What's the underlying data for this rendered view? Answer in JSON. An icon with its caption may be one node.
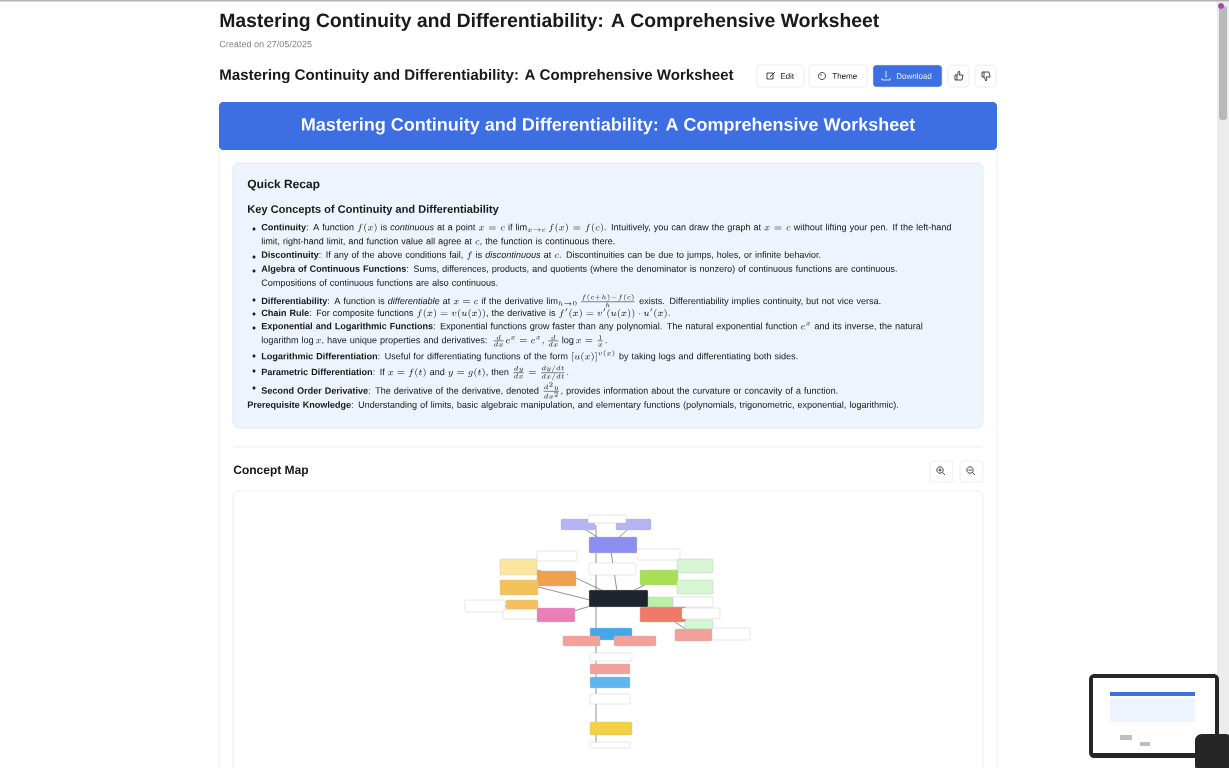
{
  "diagram": {
    "title": "Mastering Continuity and Differentiability: A Comprehensive Worksheet",
    "labels": [
      "Created on 27/05/2025",
      "Mastering Continuity and Differentiability: A Comprehensive Worksheet",
      "Edit",
      "Theme",
      "Download",
      "Mastering Continuity and Differentiability: A Comprehensive Worksheet",
      "Quick Recap",
      "Key Concepts of Continuity and Differentiability",
      "**Continuity**: A function",
      "f(x)",
      "is *continuous* at a point",
      "x = c",
      "if",
      "\\lim_{x \\to c} f(x) = f(c)",
      ". Intuitively, you can draw the graph at",
      "x = c",
      "without lifting your pen. If the left-hand limit, right-hand limit, and function value all agree at",
      "c",
      ", the function is continuous there.",
      "**Discontinuity**: If any of the above conditions fail,",
      "f",
      "is *discontinuous* at",
      "c",
      ". Discontinuities can be due to jumps, holes, or infinite behavior.",
      "**Algebra of Continuous Functions**: Sums, differences, products, and quotients (where the denominator is nonzero) of continuous functions are continuous. Compositions of continuous functions are also continuous.",
      "**Differentiability**: A function is *differentiable* at",
      "x = c",
      "if the derivative",
      "\\lim_{h \\to 0} \\frac{f(c+h) - f(c)}{h}",
      "exists. Differentiability implies continuity, but not vice versa.",
      "**Chain Rule**: For composite functions",
      "f(x) = v(u(x))",
      ", the derivative is",
      "f'(x) = v'(u(x)) \\cdot u'(x).",
      "**Exponential and Logarithmic Functions**: Exponential functions grow faster than any polynomial. The natural exponential function",
      "e^x",
      "and its inverse, the natural logarithm",
      "\\log x",
      ", have unique properties and derivatives:",
      "\\frac{d}{dx} e^x = e^x, \\frac{d}{dx} \\log x = \\frac{1}{x}.",
      "**Logarithmic Differentiation**: Useful for differentiating functions of the form",
      "[u(x)]^{v(x)}",
      "by taking logs and differentiating both sides.",
      "**Parametric Differentiation**: If",
      "x = f(t)",
      "and",
      "y = g(t)",
      ", then",
      "\\frac{dy}{dx} = \\frac{dy/dt}{dx/dt}.",
      "**Second Order Derivative**: The derivative of the derivative, denoted",
      "\\frac{d^2y}{dx^2}",
      ", provides information about the curvature or concavity of a function.",
      "**Prerequisite Knowledge**: Understanding of limits, basic algebraic manipulation, and elementary functions (polynomials, trigonometric, exponential, logarithmic).",
      "Concept Map"
    ]
  }
}
